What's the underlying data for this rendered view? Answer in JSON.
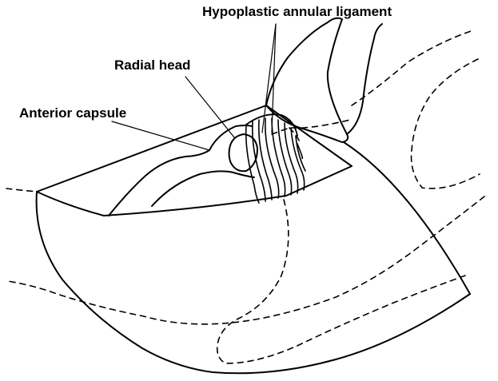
{
  "labels": {
    "annular_ligament": "Hypoplastic annular ligament",
    "radial_head": "Radial head",
    "anterior_capsule": "Anterior capsule"
  }
}
